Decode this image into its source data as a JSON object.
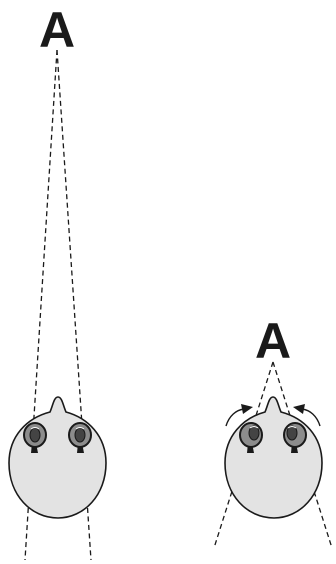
{
  "diagram": {
    "panels": [
      {
        "id": "far",
        "target_label": "A",
        "eye_convergence_arrows": false
      },
      {
        "id": "near",
        "target_label": "A",
        "eye_convergence_arrows": true
      }
    ],
    "colors": {
      "outline": "#1a1a1a",
      "head_fill": "#e3e3e3",
      "eye_fill": "#8c8c8c",
      "pupil_fill": "#444444",
      "background": "#ffffff"
    }
  }
}
